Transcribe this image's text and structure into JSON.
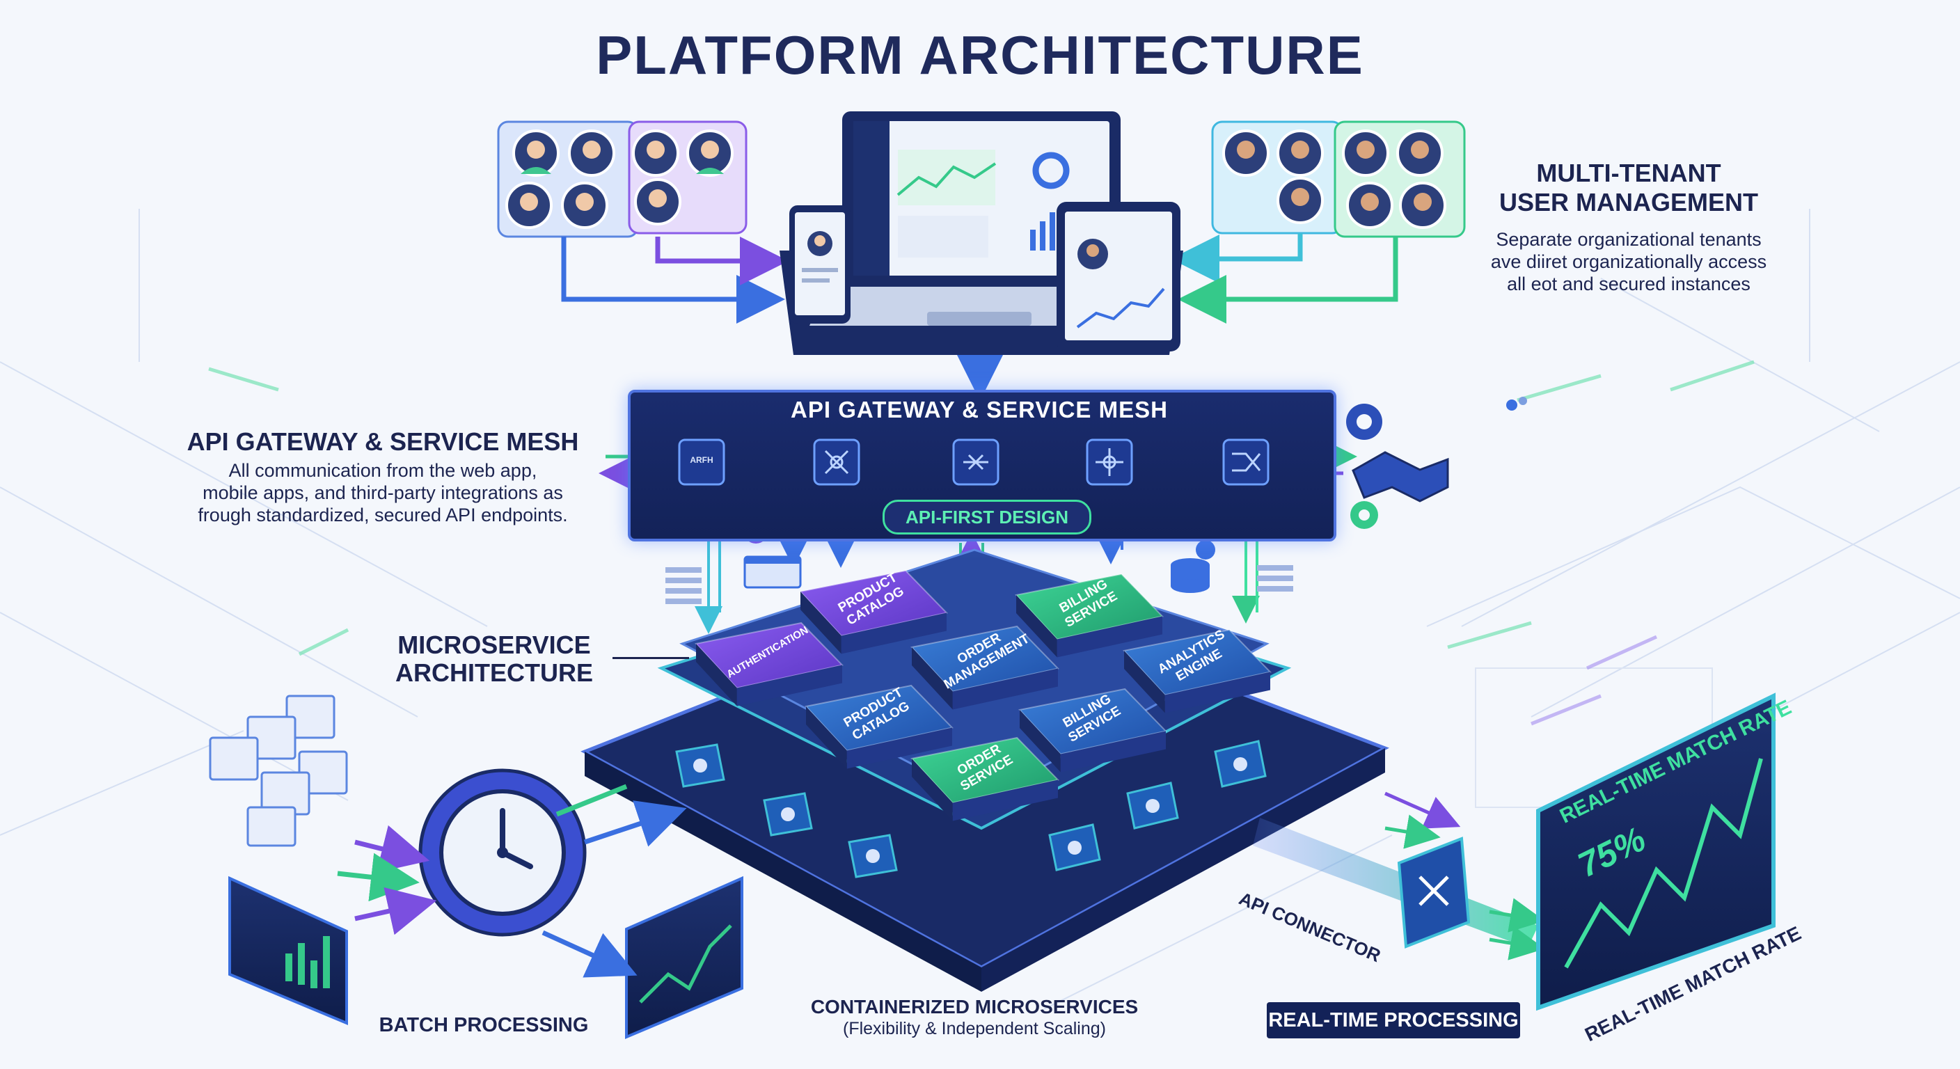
{
  "title": "PLATFORM ARCHITECTURE",
  "tenants": {
    "heading_line1": "MULTI-TENANT",
    "heading_line2": "USER MANAGEMENT",
    "desc_line1": "Separate organizational tenants",
    "desc_line2": "ave diiret organizationally access",
    "desc_line3": "all eot and secured instances"
  },
  "gateway": {
    "box_title": "API GATEWAY & SERVICE MESH",
    "api_first": "API-FIRST DESIGN",
    "node_label": "ARFH",
    "side_heading": "API GATEWAY & SERVICE MESH",
    "desc_line1": "All communication from the web app,",
    "desc_line2": "mobile apps, and third-party integrations as",
    "desc_line3": "frough standardized, secured API endpoints."
  },
  "microservices": {
    "heading_line1": "MICROSERVICE",
    "heading_line2": "ARCHITECTURE",
    "services": {
      "authentication": "AUTHENTICATION",
      "product_catalog_top_1": "PRODUCT",
      "product_catalog_top_2": "CATALOG",
      "order_mgmt_1": "ORDER",
      "order_mgmt_2": "MANAGEMENT",
      "billing_top_1": "BILLING",
      "billing_top_2": "SERVICE",
      "analytics_1": "ANALYTICS",
      "analytics_2": "ENGINE",
      "product_catalog_mid_1": "PRODUCT",
      "product_catalog_mid_2": "CATALOG",
      "billing_mid_1": "BILLING",
      "billing_mid_2": "SERVICE",
      "order_service_1": "ORDER",
      "order_service_2": "SERVICE"
    }
  },
  "containerized": {
    "heading": "CONTAINERIZED MICROSERVICES",
    "subtitle": "(Flexibility & Independent Scaling)"
  },
  "batch": {
    "label": "BATCH PROCESSING"
  },
  "realtime": {
    "badge": "REAL-TIME PROCESSING",
    "connector_label": "API CONNECTOR",
    "monitor_title": "REAL-TIME MATCH RATE",
    "monitor_value": "75%",
    "caption": "REAL-TIME MATCH RATE"
  },
  "colors": {
    "navy": "#132258",
    "blue": "#3a6fe0",
    "purple": "#7b4fe0",
    "green": "#35c98a",
    "cyan": "#3fd0e0"
  }
}
